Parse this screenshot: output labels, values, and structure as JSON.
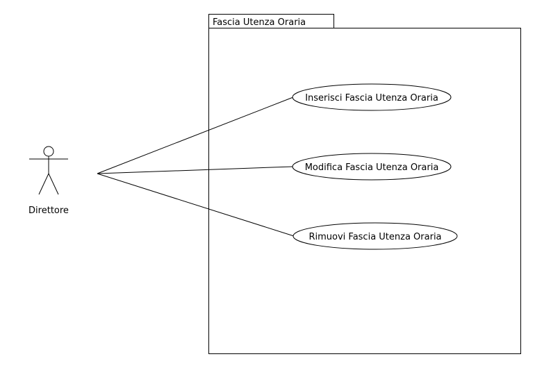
{
  "package": {
    "title": "Fascia Utenza Oraria"
  },
  "actor": {
    "name": "Direttore"
  },
  "use_cases": [
    {
      "label": "Inserisci Fascia Utenza Oraria"
    },
    {
      "label": "Modifica Fascia Utenza Oraria"
    },
    {
      "label": "Rimuovi Fascia Utenza Oraria"
    }
  ]
}
